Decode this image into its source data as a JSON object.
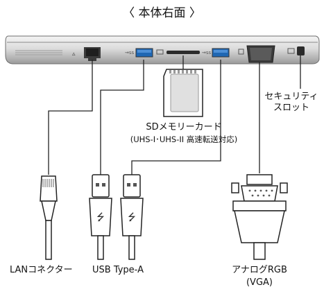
{
  "title": "〈 本体右面 〉",
  "labels": {
    "security_slot": "セキュリティ\nスロット",
    "sd_card": "SDメモリーカード",
    "sd_card_note": "(UHS-I･UHS-II 高速転送対応)",
    "lan": "LANコネクター",
    "usb": "USB Type-A",
    "vga": "アナログRGB",
    "vga_note": "(VGA)"
  },
  "colors": {
    "line": "#222222",
    "body_light": "#ececec",
    "body_dark": "#8f8f8f",
    "port": "#555555"
  },
  "icons": [
    "laptop-right-side",
    "lan-port-icon",
    "usb-port-icon",
    "sd-slot-icon",
    "vga-port-icon",
    "security-slot-icon",
    "sd-card-icon",
    "rj45-plug-icon",
    "usb-plug-icon",
    "vga-plug-icon"
  ]
}
